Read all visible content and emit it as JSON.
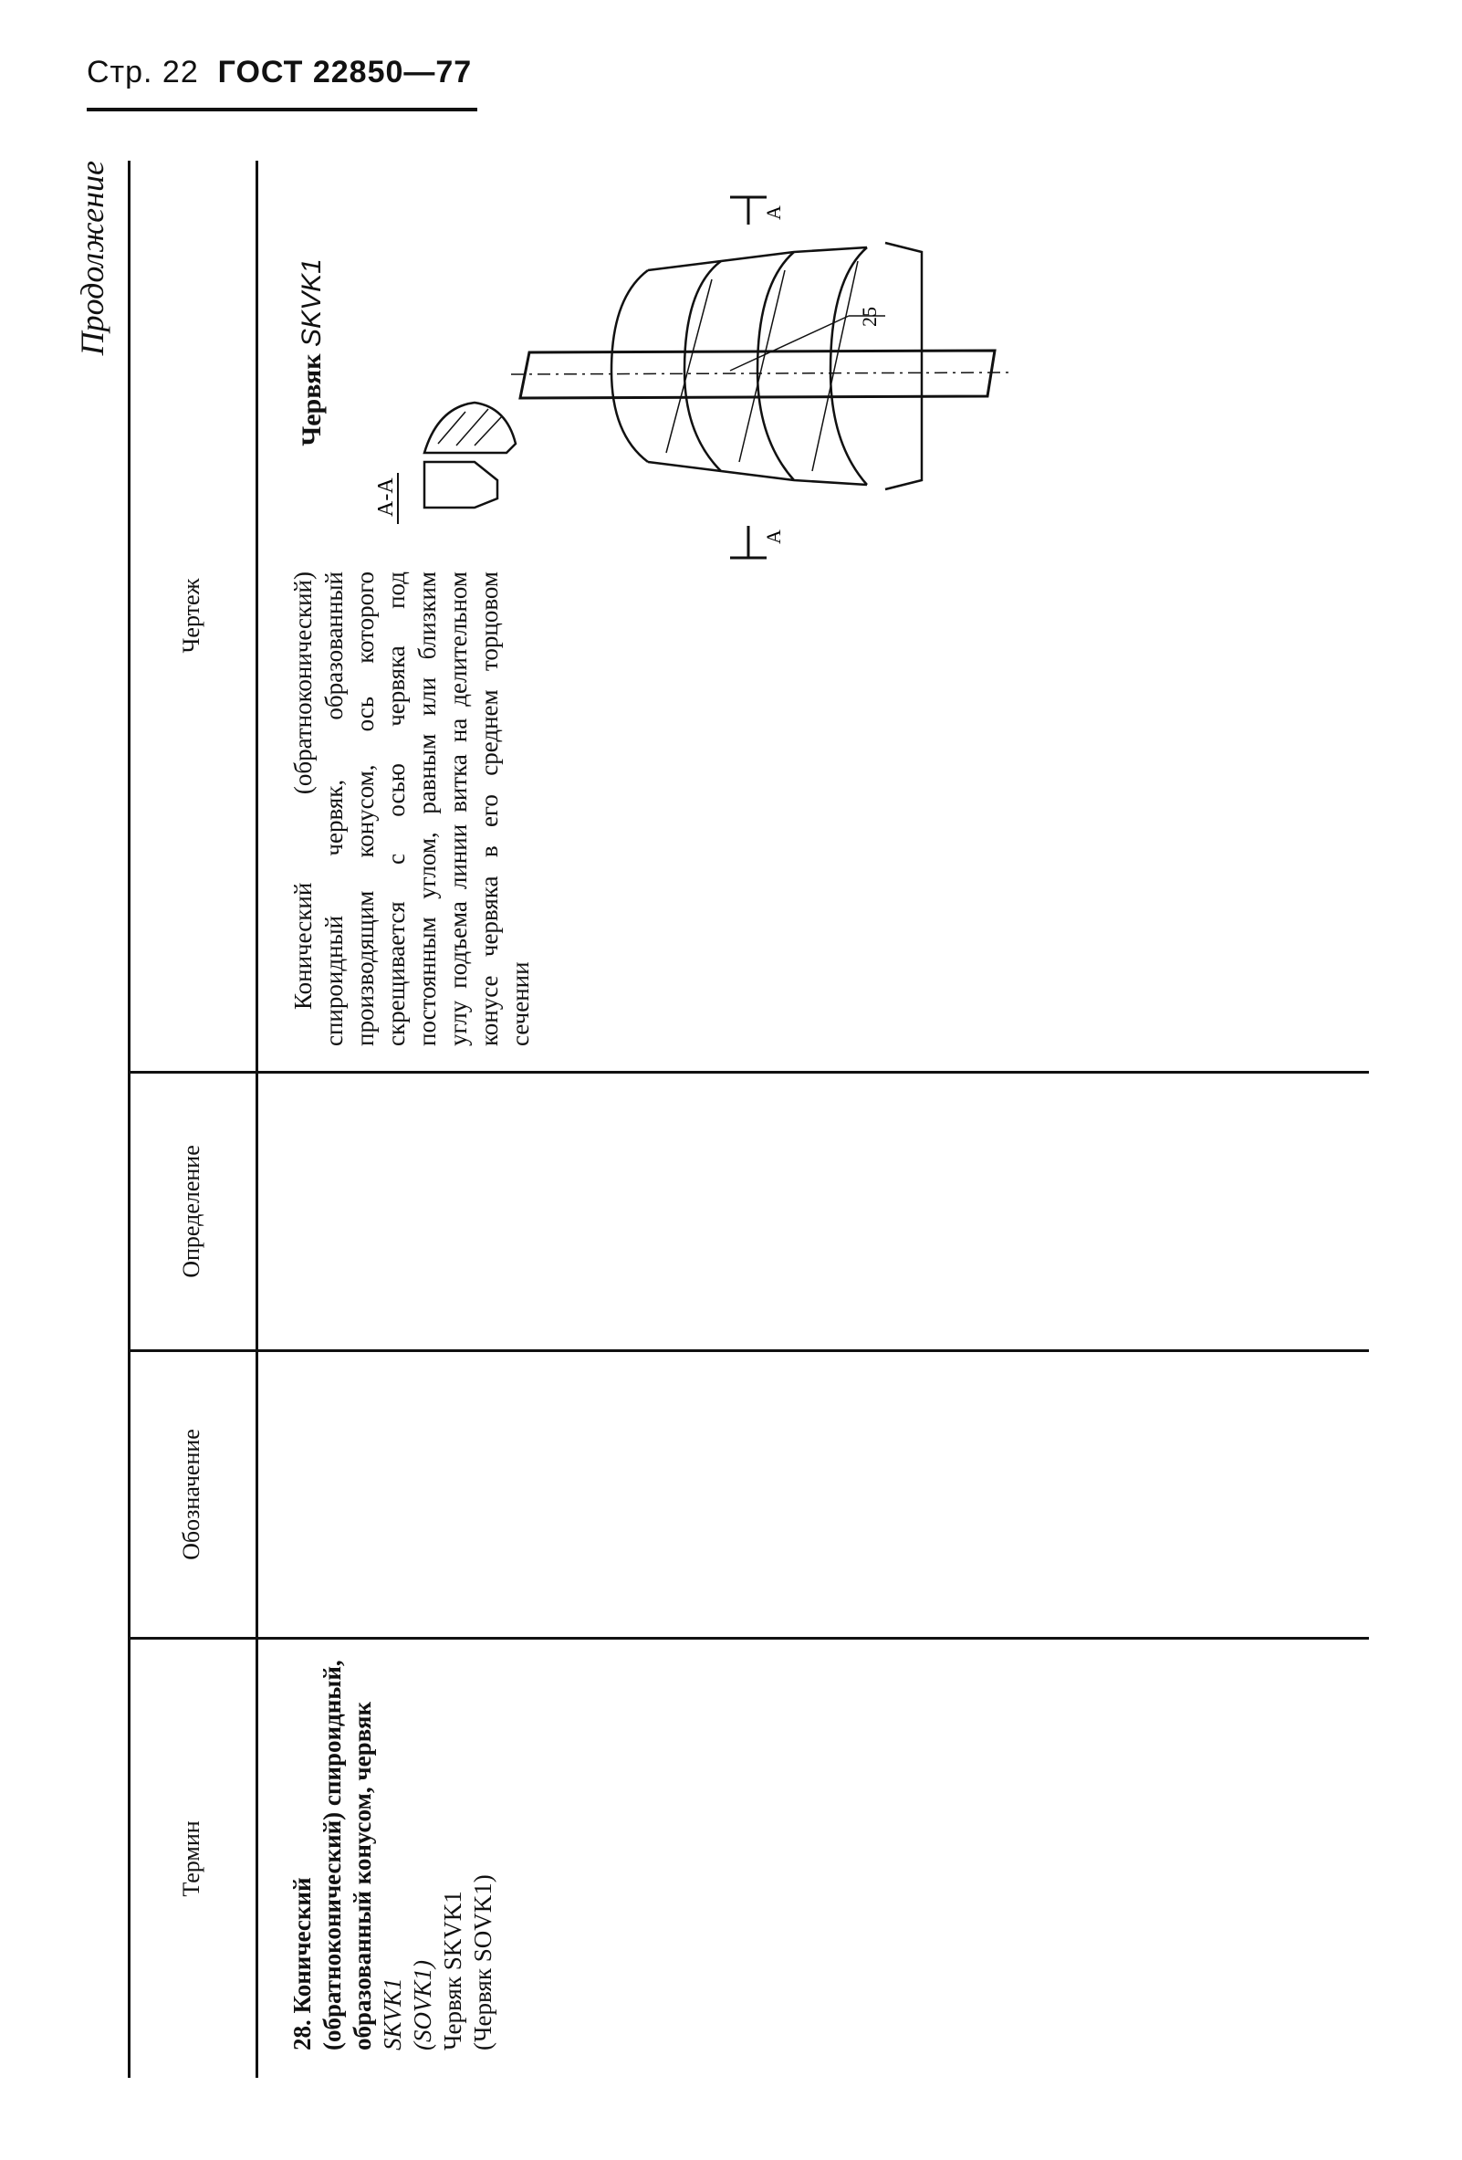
{
  "header": {
    "page_prefix": "Стр. 22",
    "standard": "ГОСТ 22850—77"
  },
  "continuation_label": "Продолжение",
  "table": {
    "columns": {
      "term": "Термин",
      "designation": "Обозначение",
      "definition": "Определение",
      "drawing": "Чертеж"
    },
    "row": {
      "term_main": "28. Конический (обратноконический) спироидный, образованный конусом, червяк",
      "term_code": "SKVK1",
      "term_code_alt": "(SOVK1)",
      "term_short": "Червяк SKVK1",
      "term_short_alt": "(Червяк SOVK1)",
      "designation": "",
      "definition": "Конический (обратноконический) спироидный червяк, образованный производящим конусом, ось которого скрещивается с осью червяка под постоянным углом, равным или близким углу подъема линии витка на делительном конусе червяка в его среднем торцовом сечении",
      "drawing_title_word": "Червяк",
      "drawing_title_code": "SKVK1",
      "section_label": "А-А",
      "cut_mark": "А",
      "leader_number": "25"
    }
  }
}
